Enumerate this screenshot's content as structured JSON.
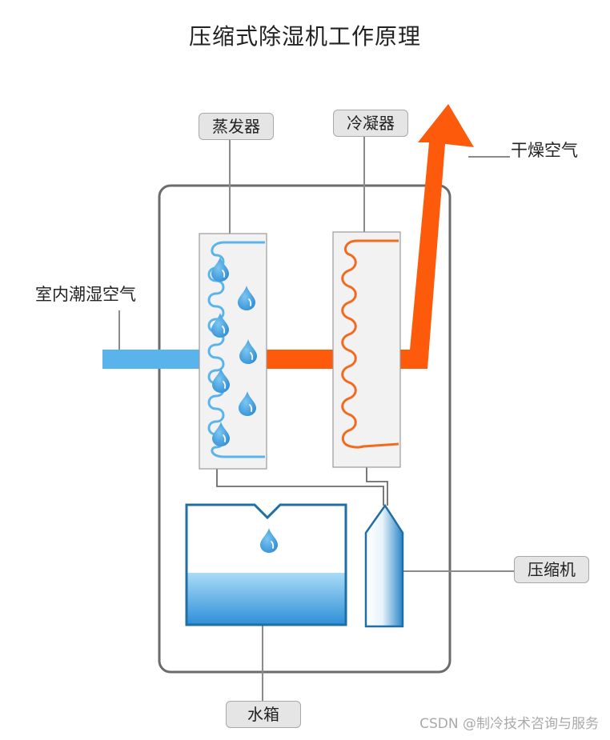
{
  "title": "压缩式除湿机工作原理",
  "labels": {
    "evaporator": "蒸发器",
    "condenser": "冷凝器",
    "dry_air": "干燥空气",
    "humid_air": "室内潮湿空气",
    "compressor": "压缩机",
    "water_tank": "水箱"
  },
  "watermark": "CSDN @制冷技术咨询与服务",
  "colors": {
    "cold_air": "#5ab4ec",
    "hot_air": "#fd5a0c",
    "evaporator_coil": "#5ab4ec",
    "condenser_coil": "#f26a1e",
    "water": "#3a9be0",
    "tank_outline": "#1f6fa6",
    "housing": "#6b6b6b"
  }
}
